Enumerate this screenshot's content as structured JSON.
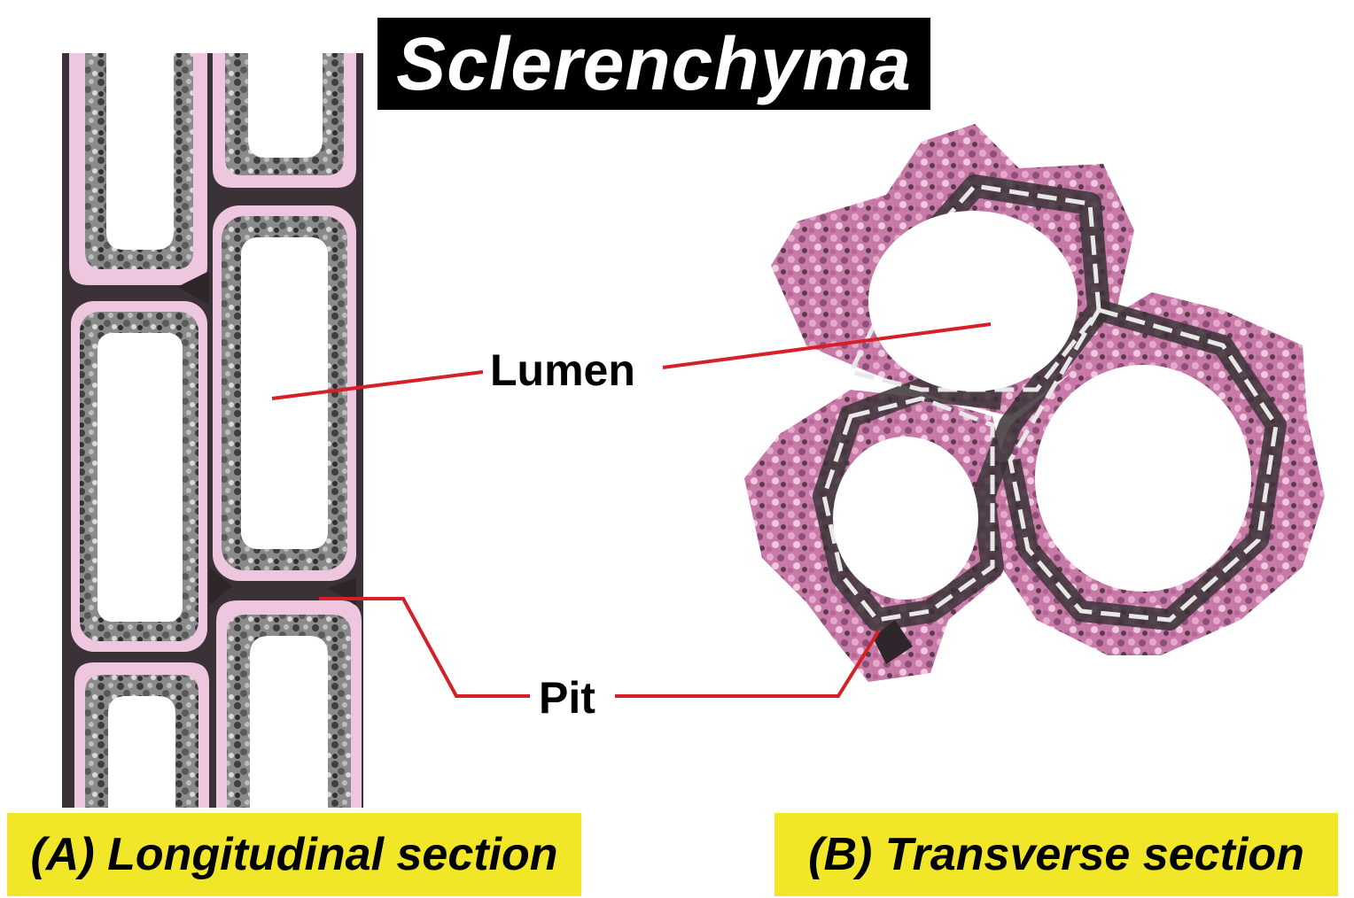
{
  "title": "Sclerenchyma",
  "labels": {
    "lumen": "Lumen",
    "pit": "Pit"
  },
  "captions": {
    "longitudinal": "(A)  Longitudinal section",
    "transverse": "(B)  Transverse section"
  },
  "colors": {
    "title_bg": "#000000",
    "title_text": "#ffffff",
    "caption_bg": "#f1e628",
    "leader_line": "#d62027",
    "cell_wall_pink": "#d68cb8",
    "cell_wall_light_pink": "#efc6df",
    "cell_wall_grey": "#6e6e6e",
    "cell_wall_dark": "#3a3236"
  }
}
